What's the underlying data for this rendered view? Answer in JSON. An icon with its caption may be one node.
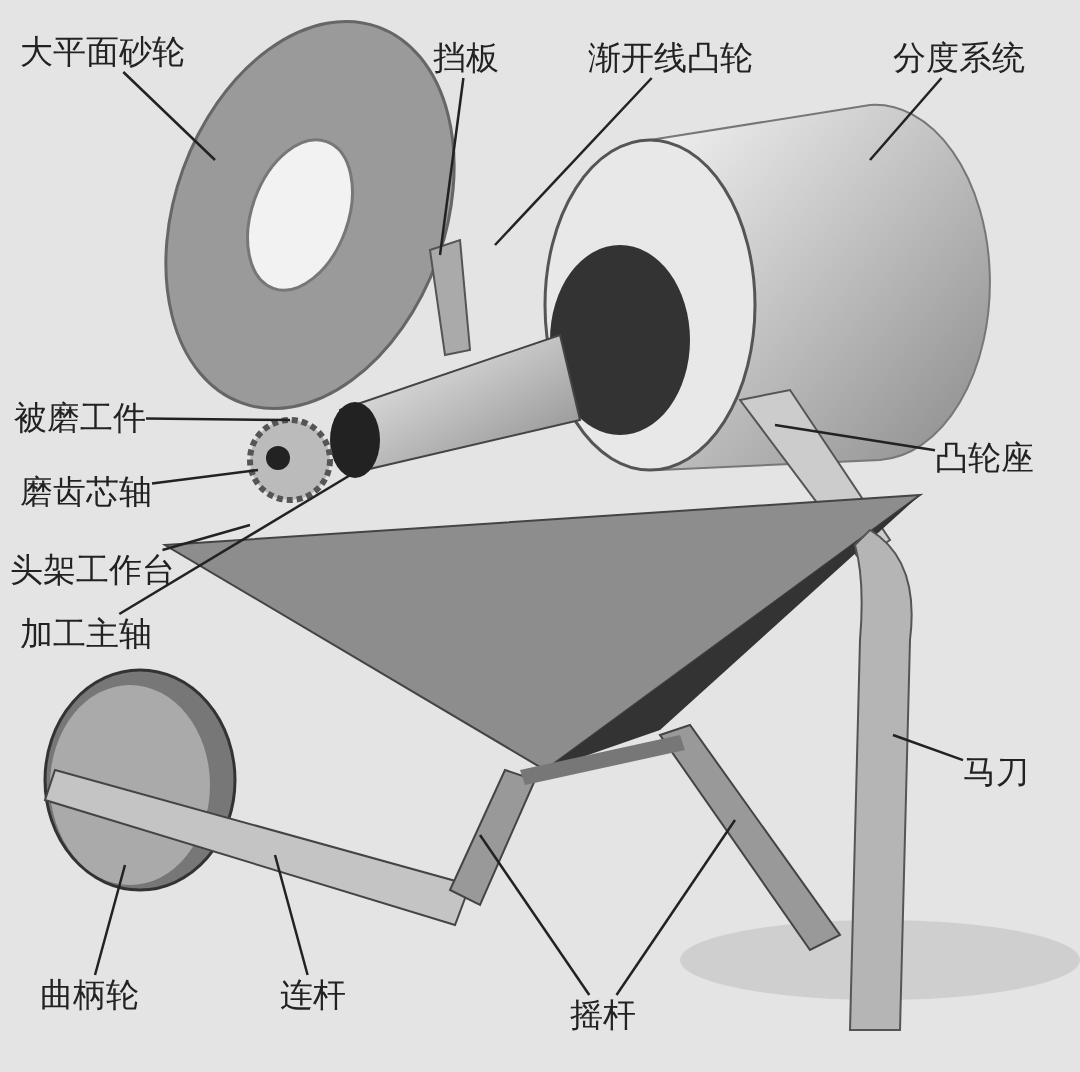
{
  "diagram": {
    "nodes": [
      {
        "text": [
          "大平面砂轮"
        ]
      },
      {
        "text": [
          "挡板"
        ]
      },
      {
        "text": [
          "渐开线凸轮"
        ]
      },
      {
        "text": [
          "分度系统"
        ]
      },
      {
        "text": [
          "被磨工件"
        ]
      },
      {
        "text": [
          "磨齿芯轴"
        ]
      },
      {
        "text": [
          "头架工作台"
        ]
      },
      {
        "text": [
          "加工主轴"
        ]
      },
      {
        "text": [
          "凸轮座"
        ]
      },
      {
        "text": [
          "马刀"
        ]
      },
      {
        "text": [
          "曲柄轮"
        ]
      },
      {
        "text": [
          "连杆"
        ]
      },
      {
        "text": [
          "摇杆"
        ]
      }
    ],
    "edges": [
      {
        "from": 0,
        "to": null,
        "arrow": "none"
      },
      {
        "from": 1,
        "to": null,
        "arrow": "none"
      },
      {
        "from": 2,
        "to": null,
        "arrow": "none"
      },
      {
        "from": 3,
        "to": null,
        "arrow": "none"
      },
      {
        "from": 4,
        "to": null,
        "arrow": "none"
      },
      {
        "from": 5,
        "to": null,
        "arrow": "none"
      },
      {
        "from": 6,
        "to": null,
        "arrow": "none"
      },
      {
        "from": 7,
        "to": null,
        "arrow": "none"
      },
      {
        "from": 8,
        "to": null,
        "arrow": "none"
      },
      {
        "from": 9,
        "to": null,
        "arrow": "none"
      },
      {
        "from": 10,
        "to": null,
        "arrow": "none"
      },
      {
        "from": 11,
        "to": null,
        "arrow": "none"
      },
      {
        "from": 12,
        "to": null,
        "arrow": "none"
      },
      {
        "from": 12,
        "to": null,
        "arrow": "none"
      }
    ]
  }
}
